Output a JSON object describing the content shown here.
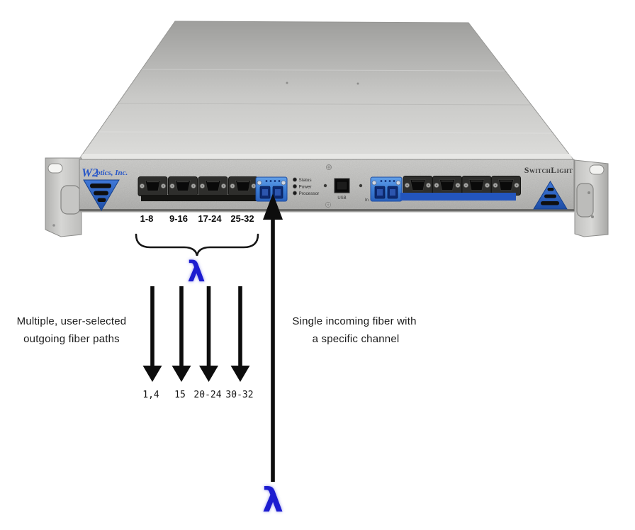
{
  "device": {
    "brand": {
      "prefix": "W2",
      "suffix": "ptics, Inc."
    },
    "product_name": "SwitchLight",
    "port_group_labels": [
      "1-8",
      "9-16",
      "17-24",
      "25-32"
    ],
    "led_labels": [
      "Status",
      "Power",
      "Processor"
    ],
    "usb_label": "USB",
    "input_port_label": "In"
  },
  "annotations": {
    "lambda_symbol_top": "λ",
    "lambda_symbol_bottom": "λ",
    "left_caption": {
      "line1": "Multiple, user-selected",
      "line2": "outgoing fiber paths"
    },
    "right_caption": {
      "line1": "Single incoming fiber with",
      "line2": "a specific channel"
    },
    "outgoing_channel_labels": [
      "1,4",
      "15",
      "20-24",
      "30-32"
    ]
  },
  "colors": {
    "lambda_blue": "#1c1bd0",
    "logo_blue": "#2857c8",
    "connector_blue": "#3c7ed6",
    "accent_bar_blue": "#2355bd"
  }
}
